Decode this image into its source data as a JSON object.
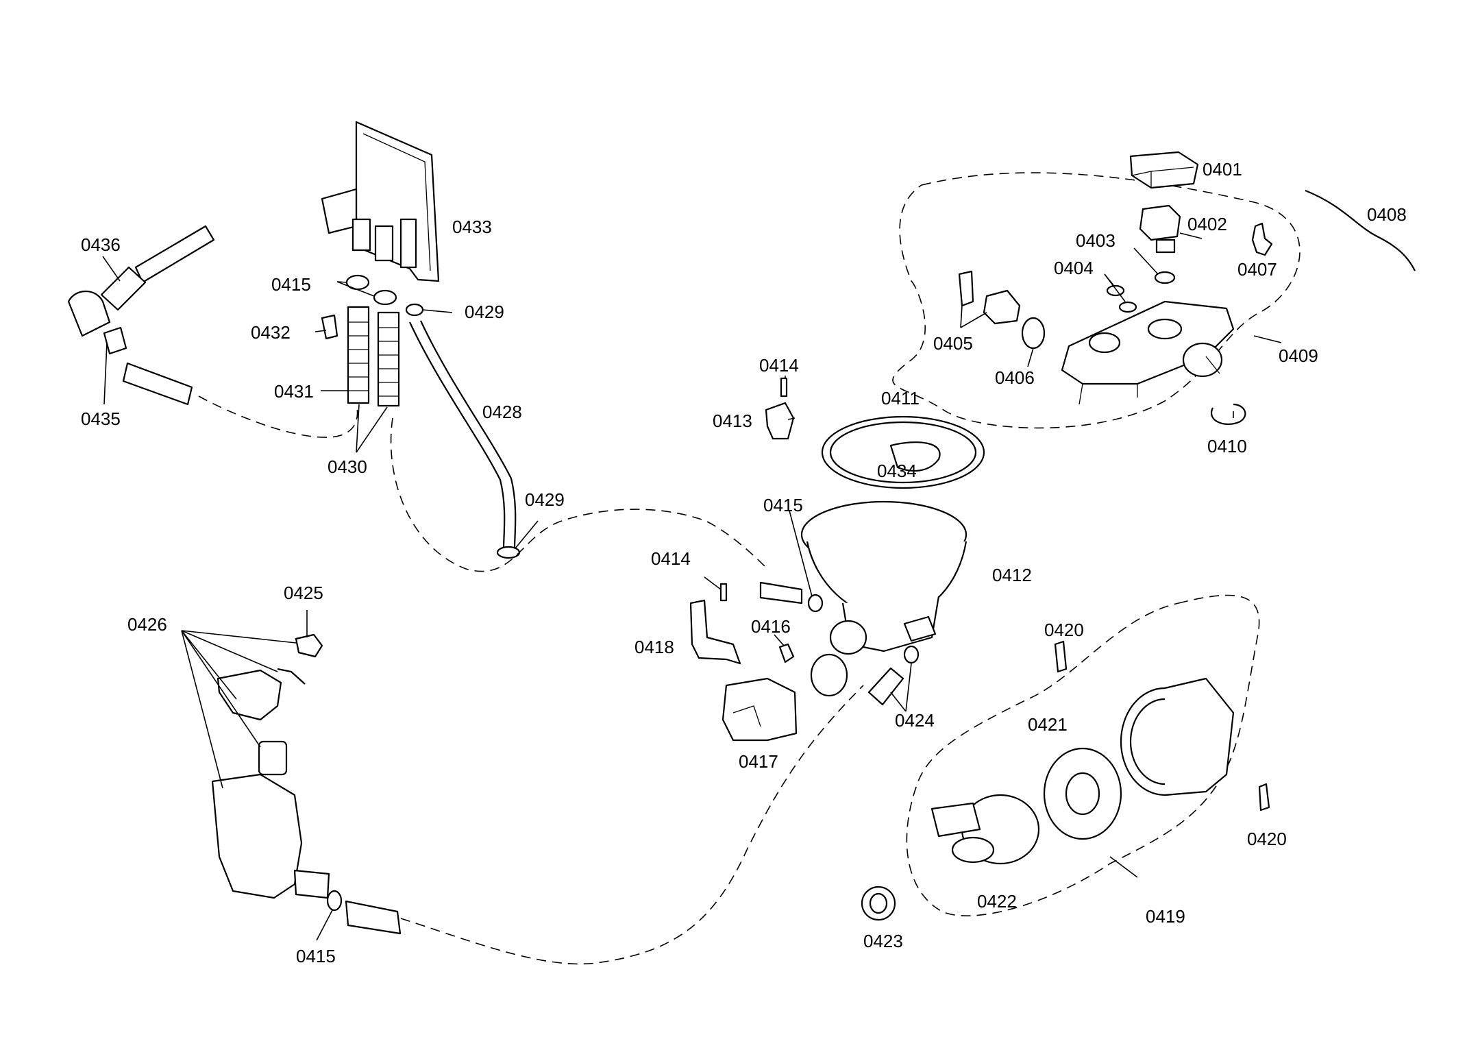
{
  "labels": {
    "p0401": "0401",
    "p0402": "0402",
    "p0403": "0403",
    "p0404": "0404",
    "p0405": "0405",
    "p0406": "0406",
    "p0407": "0407",
    "p0408": "0408",
    "p0409": "0409",
    "p0410": "0410",
    "p0411": "0411",
    "p0412": "0412",
    "p0413": "0413",
    "p0414a": "0414",
    "p0414b": "0414",
    "p0415a": "0415",
    "p0415b": "0415",
    "p0415c": "0415",
    "p0416": "0416",
    "p0417": "0417",
    "p0418": "0418",
    "p0419": "0419",
    "p0420a": "0420",
    "p0420b": "0420",
    "p0421": "0421",
    "p0422": "0422",
    "p0423": "0423",
    "p0424": "0424",
    "p0425": "0425",
    "p0426": "0426",
    "p0428": "0428",
    "p0429a": "0429",
    "p0429b": "0429",
    "p0430": "0430",
    "p0431": "0431",
    "p0432": "0432",
    "p0433": "0433",
    "p0434": "0434",
    "p0435": "0435",
    "p0436": "0436"
  }
}
